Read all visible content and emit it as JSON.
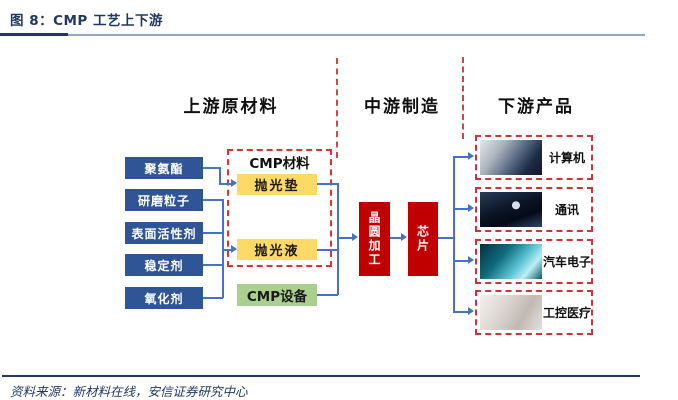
{
  "figure_title": "图 8：CMP 工艺上下游",
  "source_note": "资料来源：新材料在线，安信证券研究中心",
  "sections": {
    "upstream": {
      "label": "上游原材料"
    },
    "midstream": {
      "label": "中游制造"
    },
    "downstream": {
      "label": "下游产品"
    }
  },
  "raw_materials": [
    "聚氨酯",
    "研磨粒子",
    "表面活性剂",
    "稳定剂",
    "氧化剂"
  ],
  "cmp_materials_group": {
    "label": "CMP材料",
    "items": [
      "抛光垫",
      "抛光液"
    ]
  },
  "cmp_equipment": {
    "label": "CMP设备"
  },
  "midstream_steps": [
    "晶圆加工",
    "芯片"
  ],
  "downstream_products": [
    {
      "label": "计算机",
      "image": "laptop-typing-photo"
    },
    {
      "label": "通讯",
      "image": "satellite-earth-photo"
    },
    {
      "label": "汽车电子",
      "image": "automotive-electronics-photo"
    },
    {
      "label": "工控医疗",
      "image": "industrial-medical-photo"
    }
  ],
  "colors": {
    "title_navy": "#1f3864",
    "material_box_blue": "#2f5597",
    "pad_slurry_yellow": "#ffd966",
    "equipment_green": "#a9d08e",
    "process_red": "#c00000",
    "dashed_red": "#cf3333",
    "connector_blue": "#4472c4"
  }
}
